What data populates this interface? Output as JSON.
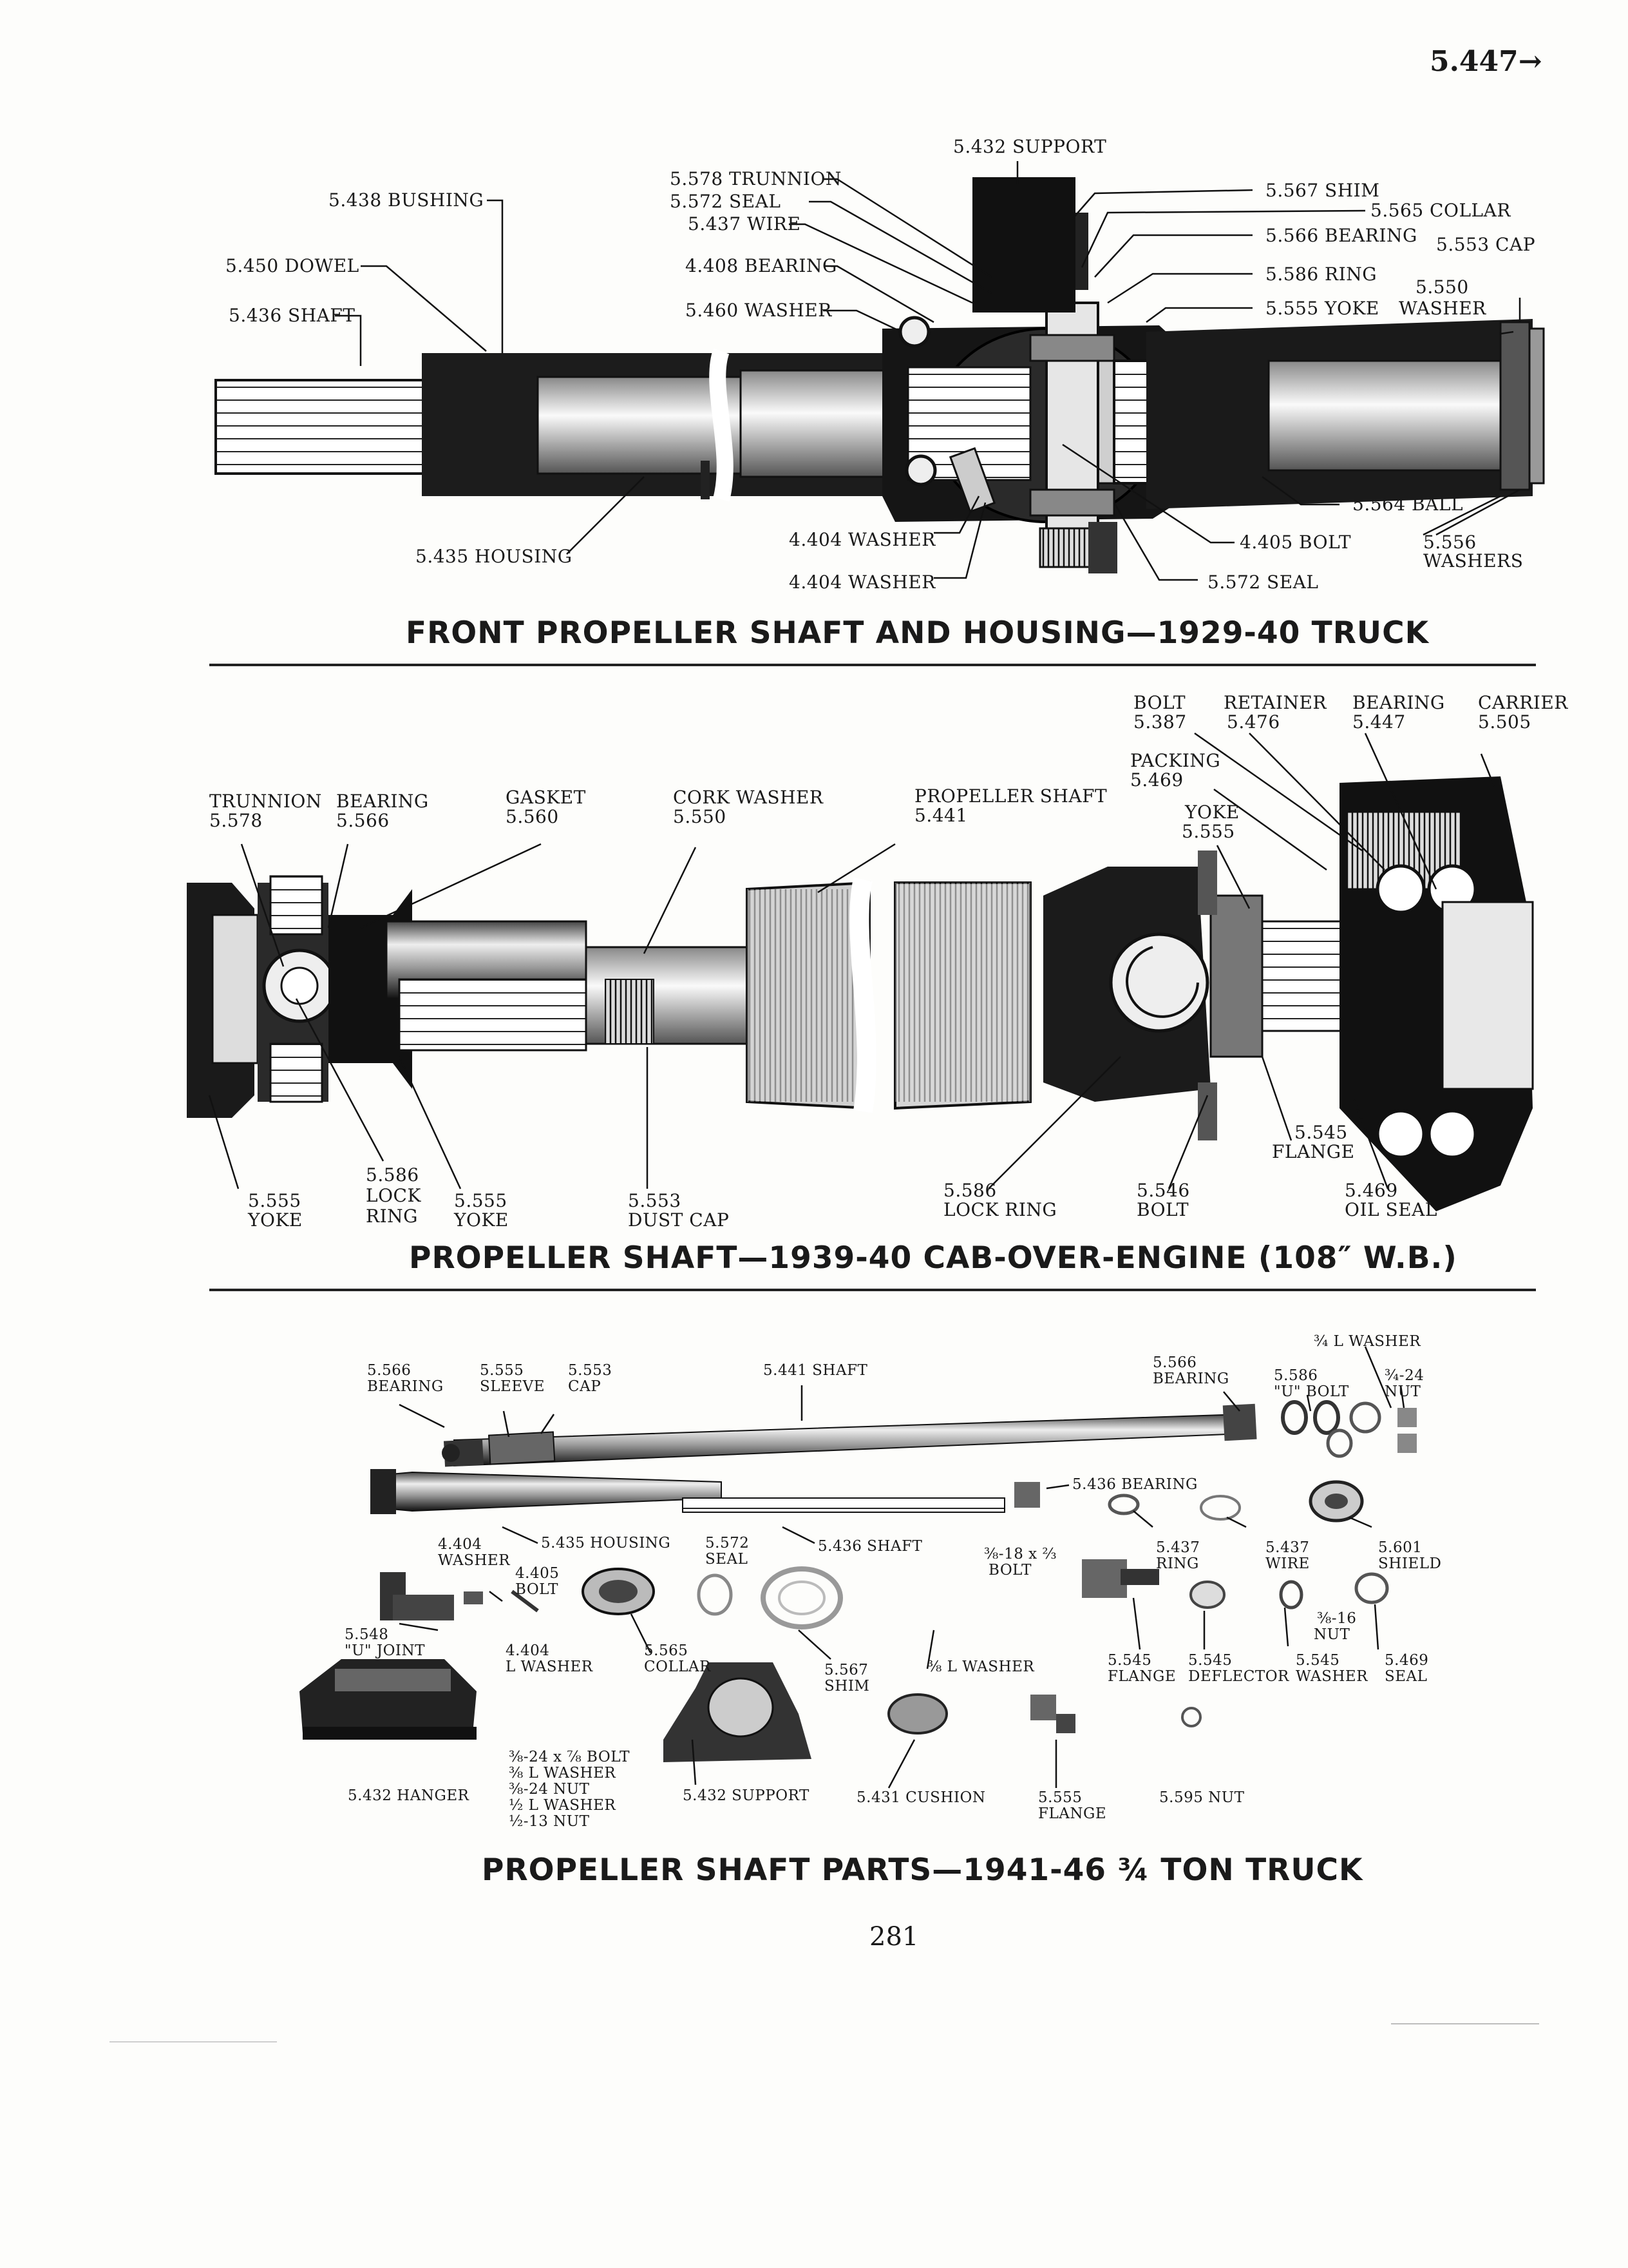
{
  "page": {
    "section_ref": "5.447→",
    "page_number": "281"
  },
  "figure1": {
    "caption": "FRONT PROPELLER SHAFT AND HOUSING—1929-40 TRUCK",
    "labels": {
      "support": "5.432 SUPPORT",
      "trunnion": "5.578 TRUNNION",
      "seal_572": "5.572 SEAL",
      "wire": "5.437 WIRE",
      "bearing_408": "4.408 BEARING",
      "washer_460": "5.460 WASHER",
      "bushing": "5.438 BUSHING",
      "dowel": "5.450 DOWEL",
      "shaft_436": "5.436 SHAFT",
      "shim": "5.567 SHIM",
      "collar": "5.565 COLLAR",
      "bearing_566": "5.566 BEARING",
      "cap": "5.553 CAP",
      "ring": "5.586 RING",
      "washer_550_num": "5.550",
      "washer_550_word": "WASHER",
      "yoke": "5.555 YOKE",
      "ball": "5.564 BALL",
      "housing": "5.435 HOUSING",
      "washer_404a": "4.404 WASHER",
      "washer_404b": "4.404 WASHER",
      "bolt_405": "4.405 BOLT",
      "washers_556_num": "5.556",
      "washers_556_word": "WASHERS",
      "seal_572b": "5.572 SEAL"
    }
  },
  "figure2": {
    "caption": "PROPELLER SHAFT—1939-40 CAB-OVER-ENGINE (108″ W.B.)",
    "labels": {
      "bolt_word": "BOLT",
      "bolt_num": "5.387",
      "retainer_word": "RETAINER",
      "retainer_num": "5.476",
      "bearing_word": "BEARING",
      "bearing_num": "5.447",
      "carrier_word": "CARRIER",
      "carrier_num": "5.505",
      "packing_word": "PACKING",
      "packing_num": "5.469",
      "yoke_word": "YOKE",
      "yoke_num": "5.555",
      "trunnion_word": "TRUNNION",
      "trunnion_num": "5.578",
      "bearing2_word": "BEARING",
      "bearing2_num": "5.566",
      "gasket_word": "GASKET",
      "gasket_num": "5.560",
      "cork_word": "CORK WASHER",
      "cork_num": "5.550",
      "prop_word": "PROPELLER SHAFT",
      "prop_num": "5.441",
      "flange_num": "5.545",
      "flange_word": "FLANGE",
      "yoke_l_num": "5.555",
      "yoke_l_word": "YOKE",
      "lockring_l_num": "5.586",
      "lockring_l_w1": "LOCK",
      "lockring_l_w2": "RING",
      "yoke_m_num": "5.555",
      "yoke_m_word": "YOKE",
      "dust_num": "5.553",
      "dust_word": "DUST CAP",
      "lockring_r_num": "5.586",
      "lockring_r_word": "LOCK RING",
      "bolt_r_num": "5.546",
      "bolt_r_word": "BOLT",
      "oilseal_num": "5.469",
      "oilseal_word": "OIL SEAL"
    }
  },
  "figure3": {
    "caption": "PROPELLER SHAFT PARTS—1941-46 ¾ TON TRUCK",
    "labels": {
      "lwasher_top": "¾ L WASHER",
      "bearing566_num": "5.566",
      "bearing566_word": "BEARING",
      "sleeve_num": "5.555",
      "sleeve_word": "SLEEVE",
      "cap_num": "5.553",
      "cap_word": "CAP",
      "shaft441": "5.441 SHAFT",
      "bearing566b_num": "5.566",
      "bearing566b_word": "BEARING",
      "ubolt_num": "5.586",
      "ubolt_word": "\"U\" BOLT",
      "nut_top_num": "¾-24",
      "nut_top_word": "NUT",
      "bearing436": "5.436 BEARING",
      "housing435": "5.435 HOUSING",
      "washer404_num": "4.404",
      "washer404_word": "WASHER",
      "seal572_num": "5.572",
      "seal572_word": "SEAL",
      "shaft436": "5.436 SHAFT",
      "bolt_spec": "⅜-18 x ⅔",
      "bolt_word": "BOLT",
      "ring437_num": "5.437",
      "ring437_word": "RING",
      "wire437_num": "5.437",
      "wire437_word": "WIRE",
      "shield601_num": "5.601",
      "shield601_word": "SHIELD",
      "bolt405_num": "4.405",
      "bolt405_word": "BOLT",
      "ujoint_num": "5.548",
      "ujoint_word": "\"U\" JOINT",
      "lwasher404_num": "4.404",
      "lwasher404_word": "L WASHER",
      "collar_num": "5.565",
      "collar_word": "COLLAR",
      "shim_num": "5.567",
      "shim_word": "SHIM",
      "lwasher_mid": "⅜ L WASHER",
      "flange545_num": "5.545",
      "flange545_word": "FLANGE",
      "deflector_num": "5.545",
      "deflector_word": "DEFLECTOR",
      "nut16_num": "⅜-16",
      "nut16_word": "NUT",
      "washer545_num": "5.545",
      "washer545_word": "WASHER",
      "seal469_num": "5.469",
      "seal469_word": "SEAL",
      "hanger": "5.432 HANGER",
      "hw1": "⅜-24 x ⅞ BOLT",
      "hw2": "⅜ L WASHER",
      "hw3": "⅜-24 NUT",
      "hw4": "½ L WASHER",
      "hw5": "½-13 NUT",
      "support432": "5.432 SUPPORT",
      "cushion": "5.431 CUSHION",
      "flange555_num": "5.555",
      "flange555_word": "FLANGE",
      "nut595": "5.595 NUT"
    }
  }
}
